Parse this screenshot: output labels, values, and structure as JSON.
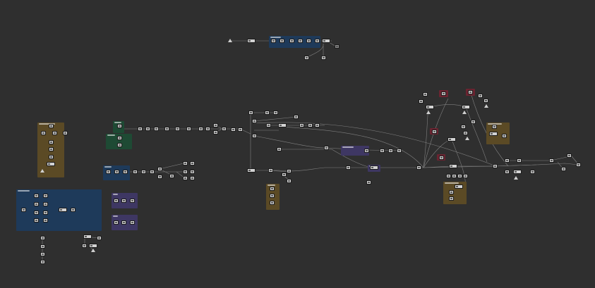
{
  "colors": {
    "background": "#2f2f2f",
    "wire": "#8e8e8e",
    "group_tan": "#5b4a25",
    "group_blue": "#1e3a5a",
    "group_green": "#1e4a34",
    "group_purple": "#3e3763",
    "group_red": "#6b2431",
    "node": "#d2d2d2"
  },
  "groups": [
    {
      "id": "grp-tan-left",
      "color": "tan"
    },
    {
      "id": "grp-blue-large",
      "color": "blue"
    },
    {
      "id": "grp-green",
      "color": "green"
    },
    {
      "id": "grp-blue-small",
      "color": "blue"
    },
    {
      "id": "grp-purple-1",
      "color": "purple"
    },
    {
      "id": "grp-purple-2",
      "color": "purple"
    },
    {
      "id": "grp-blue-top",
      "color": "blue"
    },
    {
      "id": "grp-tan-center",
      "color": "tan"
    },
    {
      "id": "grp-purple-center",
      "color": "purple"
    },
    {
      "id": "grp-purple-center-2",
      "color": "purple"
    },
    {
      "id": "grp-red-1",
      "color": "red"
    },
    {
      "id": "grp-red-2",
      "color": "red"
    },
    {
      "id": "grp-red-3",
      "color": "red"
    },
    {
      "id": "grp-red-4",
      "color": "red"
    },
    {
      "id": "grp-tan-right",
      "color": "tan"
    },
    {
      "id": "grp-tan-right-2",
      "color": "tan"
    }
  ]
}
